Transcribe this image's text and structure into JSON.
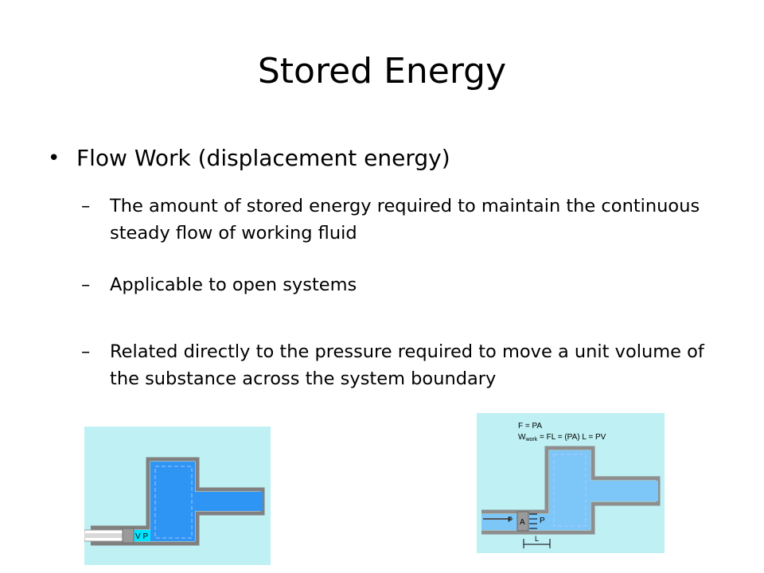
{
  "slide": {
    "title": "Stored Energy",
    "bullet": "Flow Work (displacement energy)",
    "sub_bullets": [
      "The amount of stored energy required to maintain the continuous steady flow of working fluid",
      "Applicable to open systems",
      "Related directly to the pressure required  to move a unit volume of the substance across the system boundary"
    ]
  },
  "figure_left": {
    "piston_label": "V P"
  },
  "figure_right": {
    "eq1": "F = PA",
    "eq2_w": "W",
    "eq2_sub": "work",
    "eq2_rest": " = FL = (PA) L = PV",
    "label_f": "F",
    "label_a": "A",
    "label_p": "P",
    "label_l": "L"
  },
  "colors": {
    "panel_bg": "#bff0f3",
    "pipe_wall": "#808080",
    "fluid_left": "#2f95f5",
    "fluid_right": "#7cc6f8"
  }
}
